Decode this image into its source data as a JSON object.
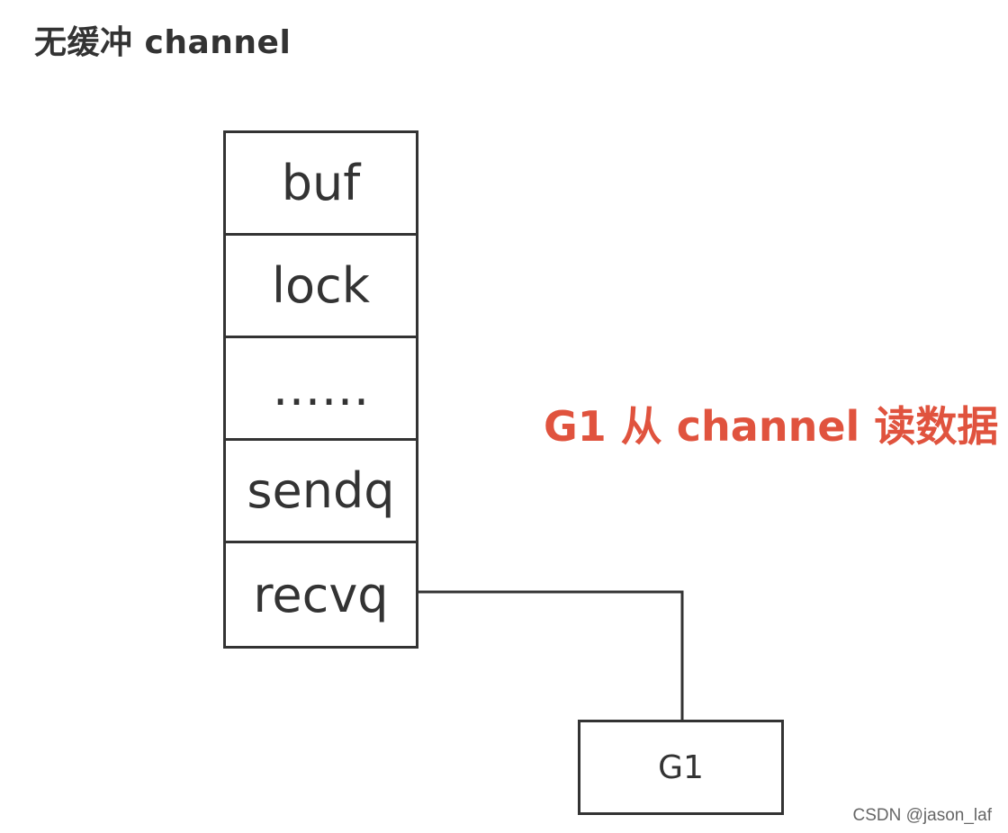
{
  "title": "无缓冲 channel",
  "struct_fields": [
    {
      "label": "buf"
    },
    {
      "label": "lock"
    },
    {
      "label": "……"
    },
    {
      "label": "sendq"
    },
    {
      "label": "recvq"
    }
  ],
  "goroutine_box": {
    "label": "G1"
  },
  "annotation": "G1 从 channel 读数据",
  "watermark": "CSDN @jason_laf",
  "colors": {
    "line": "#333333",
    "annotation": "#e0533e"
  }
}
